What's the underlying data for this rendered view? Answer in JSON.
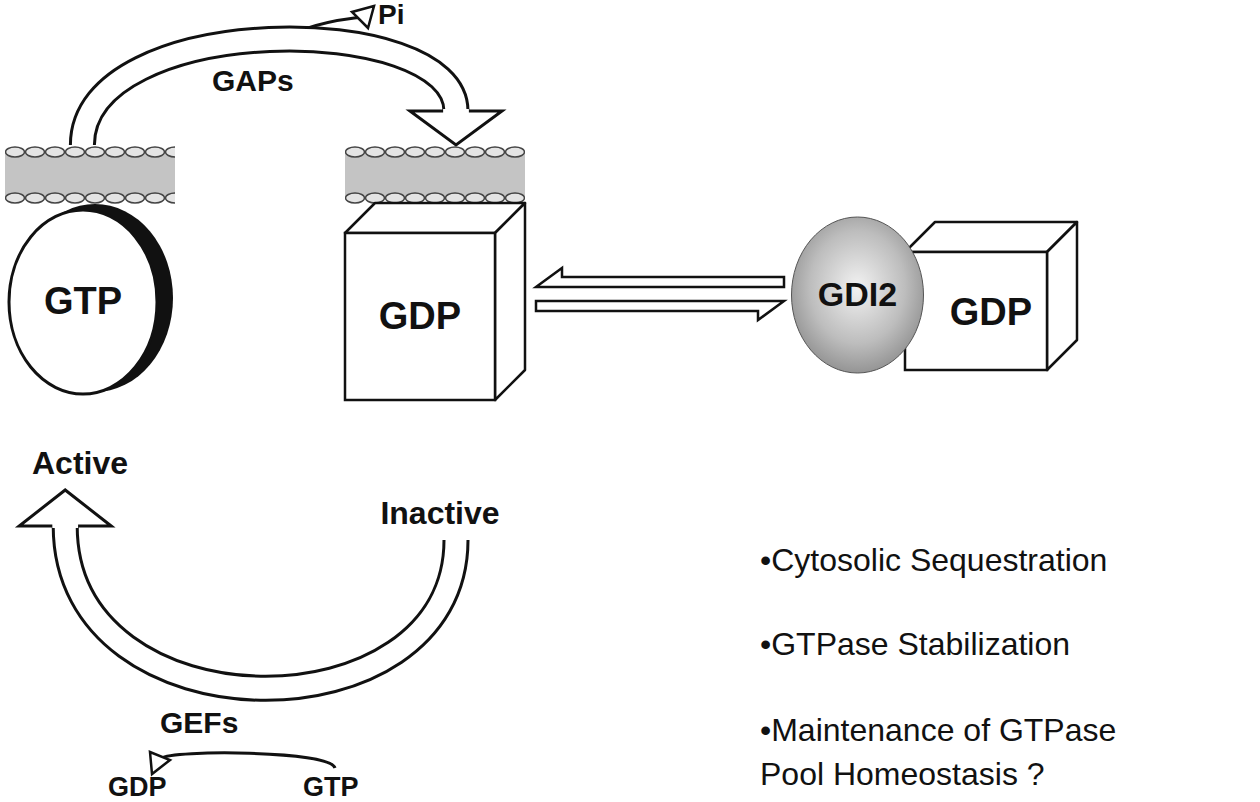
{
  "diagram": {
    "nodes": [
      {
        "text": [
          "GTP",
          "Active"
        ]
      },
      {
        "text": [
          "GDP",
          "Inactive"
        ]
      },
      {
        "text": [
          "GDI2"
        ]
      },
      {
        "text": [
          "GDP"
        ]
      }
    ],
    "edges": [
      {
        "from": 0,
        "to": 1,
        "label": "GAPs",
        "arrow": "to"
      },
      {
        "from": 1,
        "to": 0,
        "label": "GEFs",
        "arrow": "to"
      },
      {
        "from": 1,
        "to": 2,
        "arrow": "both"
      }
    ],
    "labels": [
      "Pi",
      "GDP",
      "GTP",
      "•Cytosolic Sequestration",
      "•GTPase Stabilization",
      "•Maintenance of GTPase Pool Homeostasis ?"
    ]
  }
}
